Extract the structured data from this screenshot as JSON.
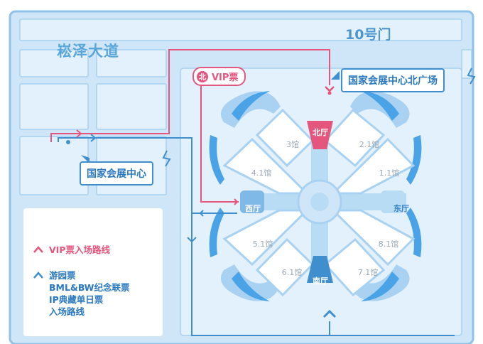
{
  "map": {
    "road_name": "崧泽大道",
    "gate_label": "10号门",
    "north_plaza_callout": "国家会展中心北广场",
    "center_callout": "国家会展中心",
    "vip_badge": {
      "icon_char": "北",
      "label": "VIP票"
    },
    "halls": [
      "3馆",
      "2.1馆",
      "4.1馆",
      "1.1馆",
      "5.1馆",
      "8.1馆",
      "6.1馆",
      "7.1馆"
    ],
    "hall_entrances": {
      "north": "北厅",
      "west": "西厅",
      "east": "东厅",
      "south": "南厅"
    }
  },
  "legend": {
    "vip_route": "VIP票入场路线",
    "general_route": [
      "游园票",
      "BML&BW纪念联票",
      "IP典藏单日票",
      "入场路线"
    ]
  },
  "colors": {
    "vip_route": "#e4567d",
    "general_route": "#3f8fcf",
    "map_background": "#cfe6f8",
    "block_fill": "#e3f1fc",
    "venue_outer": "#a9d2f2",
    "hall_fill": "#ffffff"
  },
  "icons": [
    "vip-chevron-icon",
    "general-chevron-icon",
    "route-arrow-icon",
    "spark-icon"
  ]
}
